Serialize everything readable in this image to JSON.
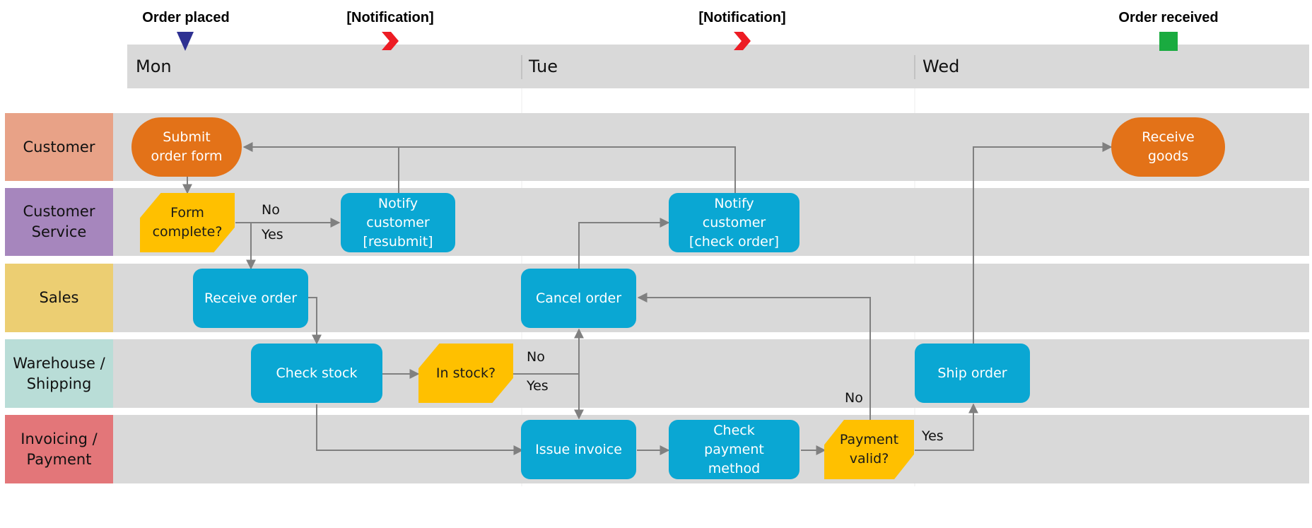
{
  "colors": {
    "task": "#0aa7d3",
    "terminal": "#e37218",
    "decision": "#ffc000",
    "lane_background": "#d9d9d9",
    "connector": "#808080",
    "milestone_start": "#2e3192",
    "milestone_notification": "#ed1c24",
    "milestone_end": "#1aab40"
  },
  "days": [
    "Mon",
    "Tue",
    "Wed"
  ],
  "milestones": {
    "order_placed": "Order placed",
    "notification_1": "[Notification]",
    "notification_2": "[Notification]",
    "order_received": "Order received"
  },
  "lanes": {
    "customer": "Customer",
    "customer_service": "Customer\nService",
    "sales": "Sales",
    "warehouse": "Warehouse /\nShipping",
    "invoicing": "Invoicing /\nPayment"
  },
  "lane_colors": {
    "customer": "#e8a287",
    "customer_service": "#a686bd",
    "sales": "#ecce72",
    "warehouse": "#b9ddd7",
    "invoicing": "#e37679"
  },
  "nodes": {
    "submit_order_form": "Submit\norder form",
    "form_complete": "Form\ncomplete?",
    "notify_resubmit": "Notify\ncustomer\n[resubmit]",
    "receive_order": "Receive order",
    "check_stock": "Check stock",
    "in_stock": "In stock?",
    "cancel_order": "Cancel order",
    "notify_check_order": "Notify\ncustomer\n[check order]",
    "issue_invoice": "Issue invoice",
    "check_payment_method": "Check\npayment\nmethod",
    "payment_valid": "Payment\nvalid?",
    "ship_order": "Ship order",
    "receive_goods": "Receive\ngoods"
  },
  "edge_labels": {
    "form_no": "No",
    "form_yes": "Yes",
    "stock_no": "No",
    "stock_yes": "Yes",
    "payment_no": "No",
    "payment_yes": "Yes"
  }
}
